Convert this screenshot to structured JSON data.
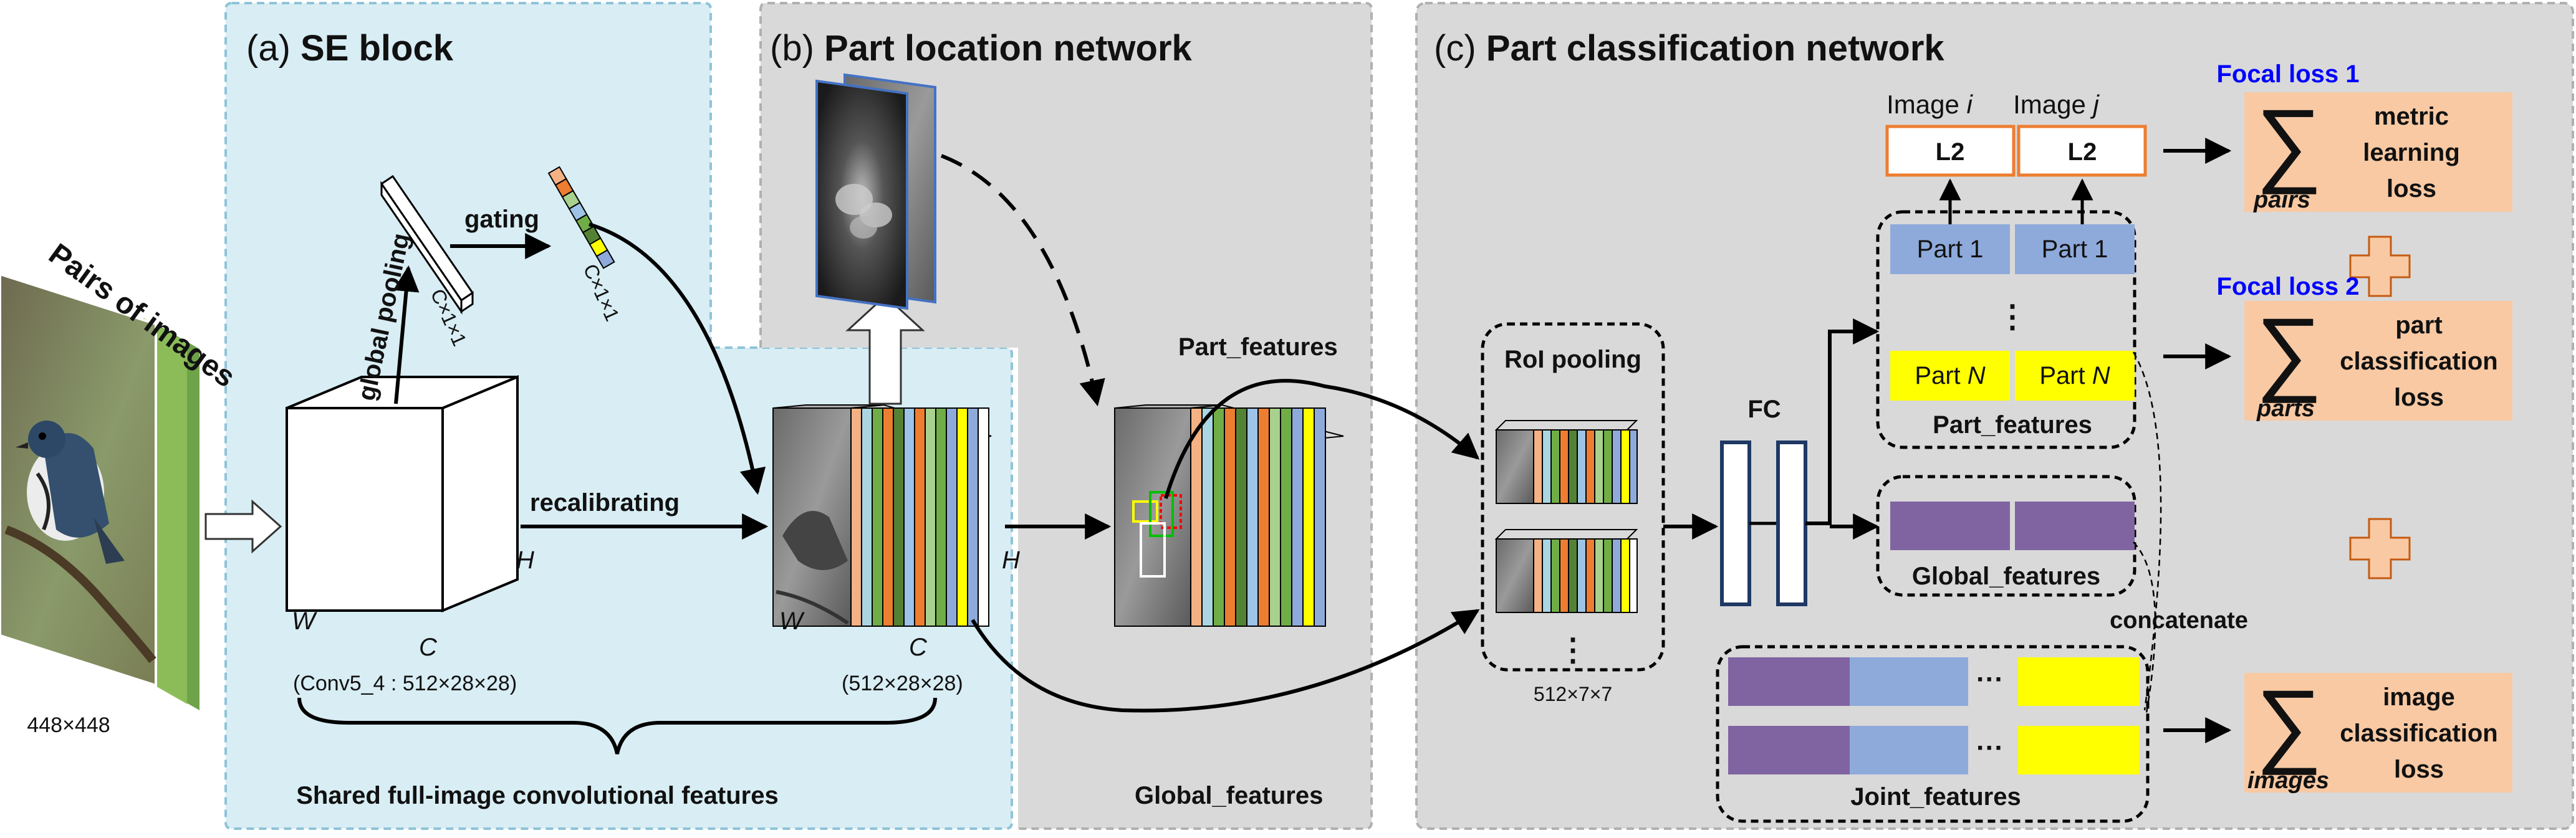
{
  "input": {
    "title": "Pairs of images",
    "size_label": "448×448"
  },
  "se_block": {
    "prefix": "(a)",
    "title": "SE block",
    "global_pooling": "global pooling",
    "pool_dims": "C×1×1",
    "gating": "gating",
    "gate_dims": "C×1×1",
    "recalibrating": "recalibrating",
    "cube_w": "W",
    "cube_h": "H",
    "cube_c": "C",
    "conv_label": "(Conv5_4 : 512×28×28)",
    "shared_label": "Shared full-image convolutional features"
  },
  "part_location": {
    "prefix": "(b)",
    "title": "Part location network",
    "stack_w": "W",
    "stack_h": "H",
    "stack_c": "C",
    "stack_dims": "(512×28×28)",
    "part_features": "Part_features",
    "global_features": "Global_features"
  },
  "part_classification": {
    "prefix": "(c)",
    "title": "Part classification network",
    "roi_pooling": "RoI pooling",
    "roi_dims": "512×7×7",
    "fc": "FC",
    "image_i_word": "Image",
    "image_i_var": "i",
    "image_j_word": "Image",
    "image_j_var": "j",
    "l2": "L2",
    "part1": "Part 1",
    "partN_word": "Part",
    "partN_var": "N",
    "dots": "⋮",
    "part_features": "Part_features",
    "global_features": "Global_features",
    "concatenate": "concatenate",
    "hdots": "···",
    "joint_features": "Joint_features"
  },
  "losses": {
    "focal1": "Focal loss 1",
    "focal2": "Focal loss 2",
    "sigma": "∑",
    "loss1_sub": "pairs",
    "loss1_lines": [
      "metric",
      "learning",
      "loss"
    ],
    "loss2_sub": "parts",
    "loss2_lines": [
      "part",
      "classification",
      "loss"
    ],
    "loss3_sub": "images",
    "loss3_lines": [
      "image",
      "classification",
      "loss"
    ]
  },
  "colors": {
    "se_panel": "#d8edf4",
    "grey_panel": "#d9d9d9",
    "loss_box": "#f8c9a3",
    "l2_border": "#ed7d31",
    "part_blue": "#8eaadb",
    "part_yellow": "#ffff00",
    "global_purple": "#8064a2",
    "fc_border": "#1f3864",
    "focal_blue": "#0000ff"
  }
}
